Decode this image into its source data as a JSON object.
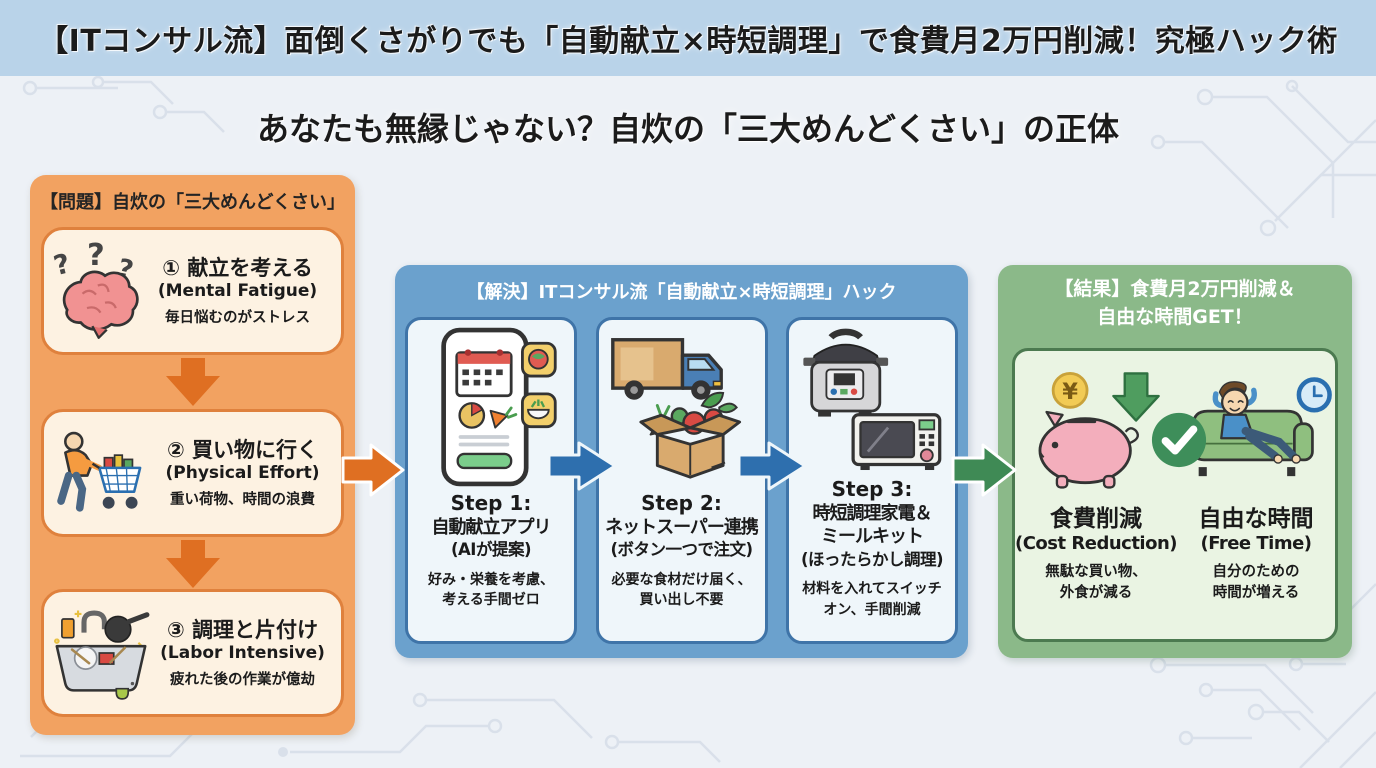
{
  "banner": {
    "title": "【ITコンサル流】面倒くさがりでも「自動献立×時短調理」で食費月2万円削減！究極ハック術"
  },
  "subtitle": "あなたも無縁じゃない？自炊の「三大めんどくさい」の正体",
  "problem": {
    "header": "【問題】自炊の「三大めんどくさい」",
    "question_mark": "?",
    "items": [
      {
        "icon": "brain-question-icon",
        "title": "① 献立を考える",
        "subtitle": "(Mental Fatigue)",
        "desc": "毎日悩むのがストレス"
      },
      {
        "icon": "shopping-cart-person-icon",
        "title": "② 買い物に行く",
        "subtitle": "(Physical Effort)",
        "desc": "重い荷物、時間の浪費"
      },
      {
        "icon": "dirty-dishes-sink-icon",
        "title": "③ 調理と片付け",
        "subtitle": "(Labor Intensive)",
        "desc": "疲れた後の作業が億劫"
      }
    ]
  },
  "solution": {
    "header": "【解決】ITコンサル流「自動献立×時短調理」ハック",
    "steps": [
      {
        "icon": "auto-menu-app-phone-icon",
        "step_label": "Step 1:",
        "name_lines": [
          "自動献立アプリ"
        ],
        "subtitle": "(AIが提案)",
        "desc_line1": "好み・栄養を考慮、",
        "desc_line2": "考える手間ゼロ"
      },
      {
        "icon": "delivery-truck-box-icon",
        "step_label": "Step 2:",
        "name_lines": [
          "ネットスーパー連携"
        ],
        "subtitle": "(ボタン一つで注文)",
        "desc_line1": "必要な食材だけ届く、",
        "desc_line2": "買い出し不要"
      },
      {
        "icon": "pressure-cooker-microwave-icon",
        "step_label": "Step 3:",
        "name_lines": [
          "時短調理家電＆",
          "ミールキット"
        ],
        "subtitle": "(ほったらかし調理)",
        "desc_line1": "材料を入れてスイッチ",
        "desc_line2": "オン、手間削減"
      }
    ]
  },
  "result": {
    "header_line1": "【結果】食費月2万円削減＆",
    "header_line2": "自由な時間GET！",
    "coin_symbol": "¥",
    "items": [
      {
        "icon": "piggy-bank-savings-icon",
        "title": "食費削減",
        "subtitle": "(Cost Reduction)",
        "desc_line1": "無駄な買い物、",
        "desc_line2": "外食が減る"
      },
      {
        "icon": "relaxing-on-couch-icon",
        "title": "自由な時間",
        "subtitle": "(Free Time)",
        "desc_line1": "自分のための",
        "desc_line2": "時間が増える"
      }
    ]
  },
  "colors": {
    "banner_bg": "#b9d3e9",
    "page_bg": "#edf1f6",
    "circuit_line": "#d9e0ea",
    "problem_panel": "#f2a261",
    "problem_box_bg": "#fdf2e2",
    "problem_box_border": "#df813d",
    "problem_arrow": "#df6f22",
    "solution_panel": "#6ba1cd",
    "solution_card_bg": "#eff6fa",
    "solution_card_border": "#3f74a8",
    "solution_arrow": "#2e6fae",
    "result_panel": "#8bb989",
    "result_box_bg": "#eaf4e3",
    "result_box_border": "#4c7a50",
    "result_arrow": "#3f8a55"
  }
}
